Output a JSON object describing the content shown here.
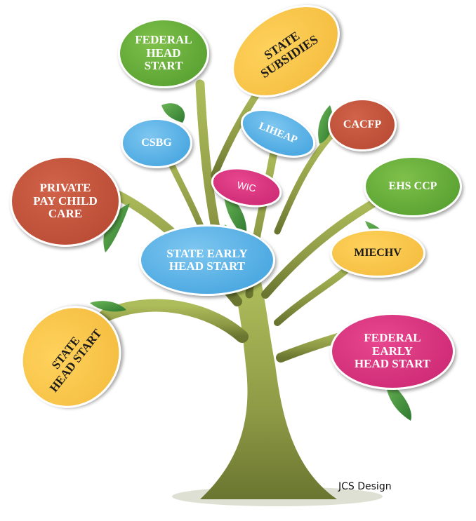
{
  "nodes": {
    "federal_head_start": "FEDERAL\nHEAD\nSTART",
    "state_subsidies": "STATE\nSUBSIDIES",
    "liheap": "LIHEAP",
    "cacfp": "CACFP",
    "csbg": "CSBG",
    "ehs_ccp": "EHS CCP",
    "private_pay_child_care": "PRIVATE\nPAY CHILD\nCARE",
    "wic": "WIC",
    "state_early_head_start": "STATE EARLY\nHEAD START",
    "miechv": "MIECHV",
    "state_head_start": "STATE\nHEAD START",
    "federal_early_head_start": "FEDERAL\nEARLY\nHEAD START"
  },
  "credit": "JCS Design",
  "colors": {
    "green": "#5fa83a",
    "yellow": "#f5c44a",
    "blue": "#4aa8e0",
    "red": "#c0513a",
    "pink": "#d42f7c",
    "trunk": "#7e8a3c",
    "leaf": "#3f8f3a"
  }
}
